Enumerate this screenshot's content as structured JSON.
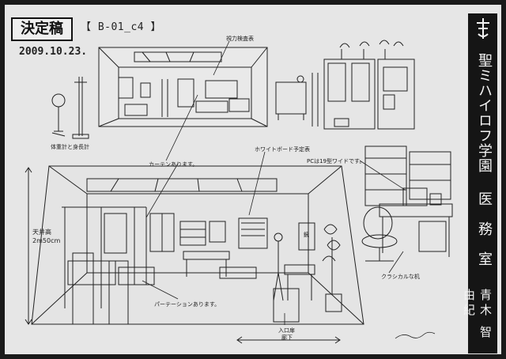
{
  "header": {
    "status_stamp": "決定稿",
    "cut_code": "【 B-01_c4 】",
    "date": "2009.10.23."
  },
  "side_panel": {
    "logo_icon": "school-crest-icon",
    "school_name": "聖ミハイロフ学園",
    "room_name": "医務室",
    "artist_name": "青木 智由紀"
  },
  "annotations": {
    "eye_chart": "視力検査表",
    "scale_and_height": "体重計と身長計",
    "curtain": "カーテンあります。",
    "whiteboard_planned": "ホワイトボード予定表",
    "pc_widescreen": "PCは19型ワイドです。",
    "partition": "パーテーションあります。",
    "classic_desk": "クラシカルな机",
    "entrance": "入口扉",
    "hallway": "廊下",
    "ceiling_label": "天井高",
    "ceiling_value": "2m50cm",
    "poster_mark": "鏡"
  }
}
